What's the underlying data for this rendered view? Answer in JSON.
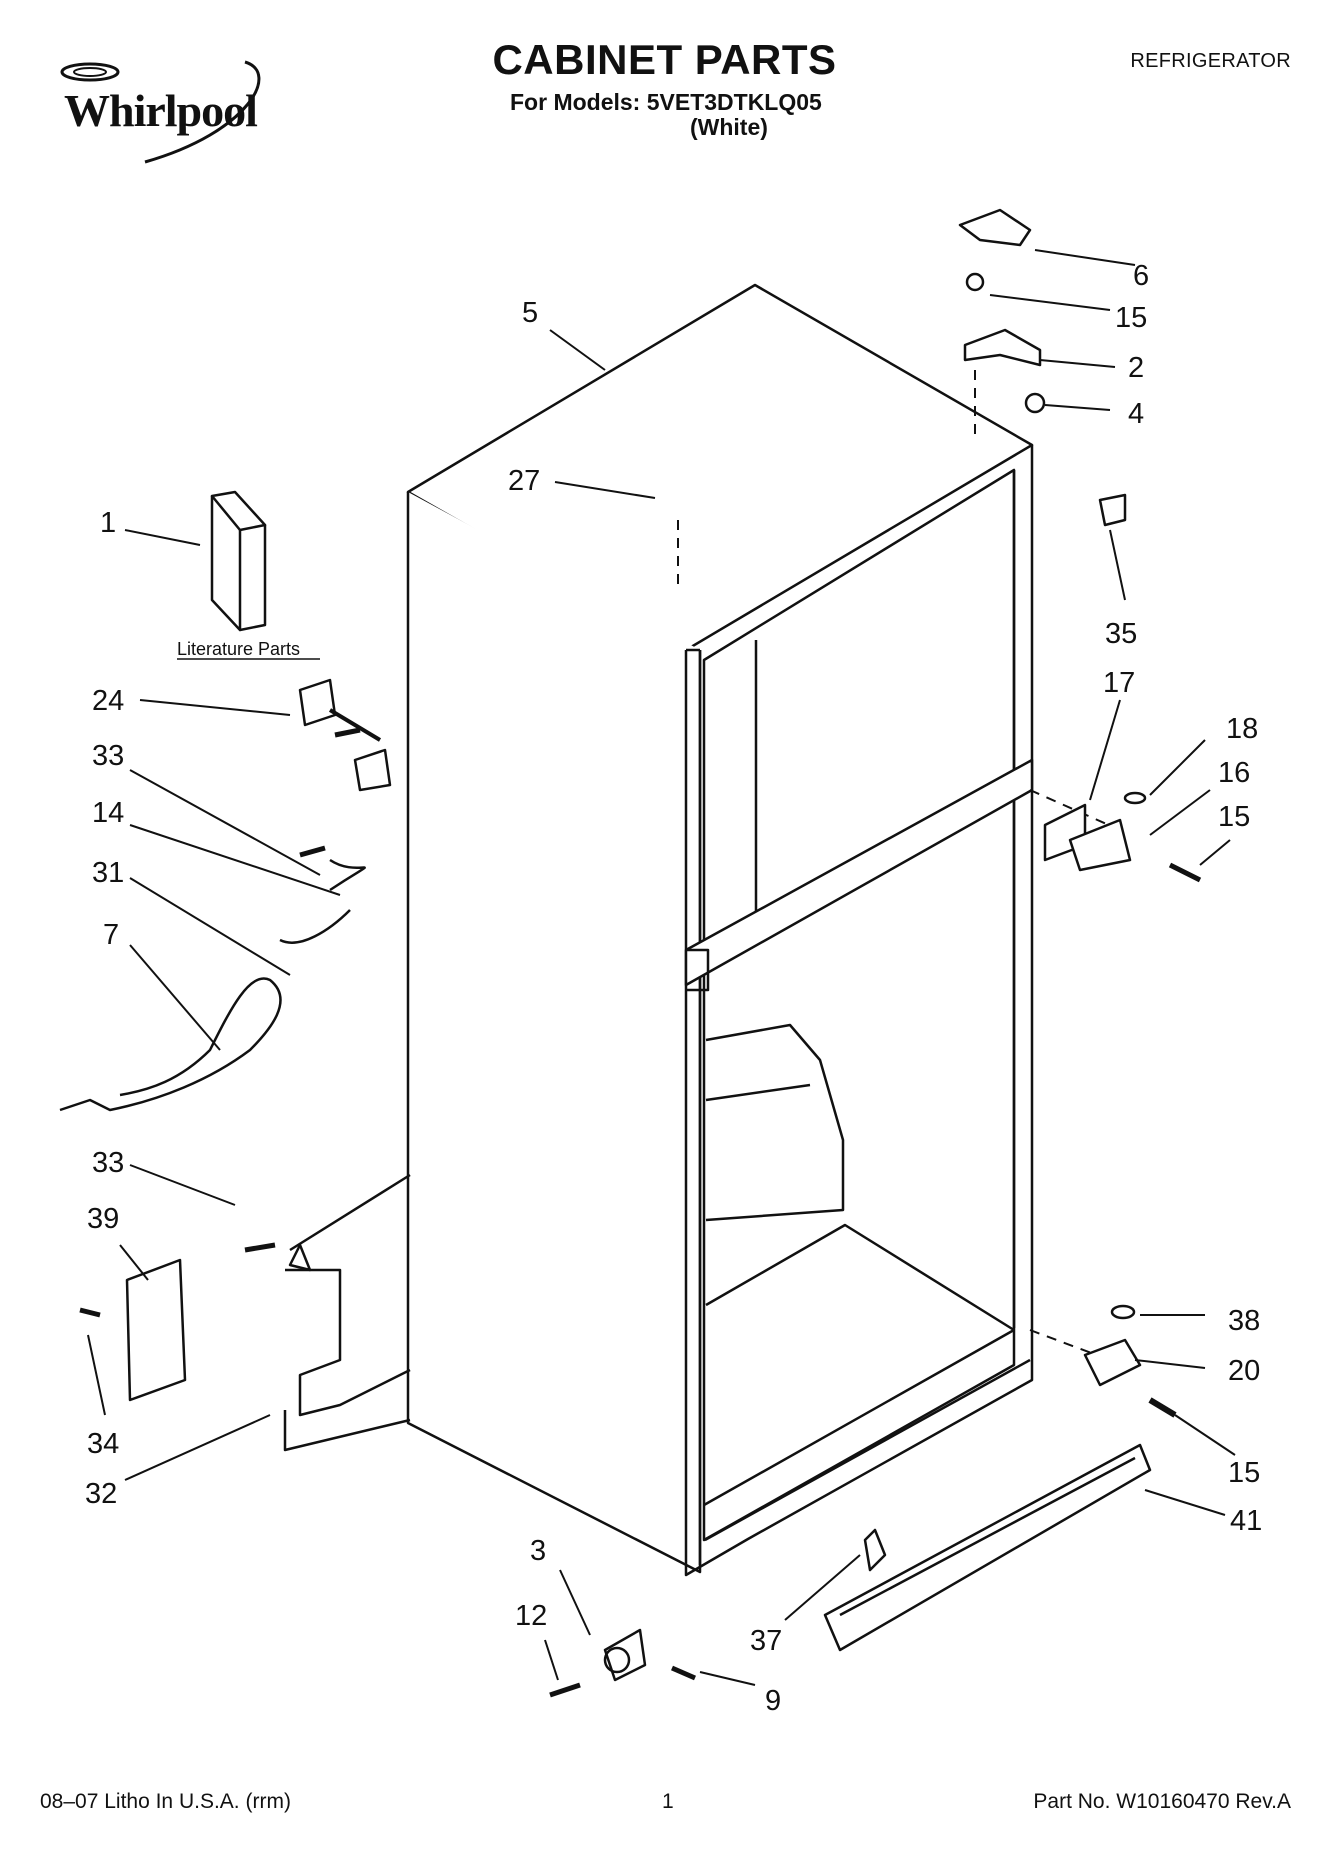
{
  "header": {
    "brand": "Whirlpool",
    "title": "CABINET PARTS",
    "models_line": "For Models: 5VET3DTKLQ05",
    "variant": "(White)",
    "category": "REFRIGERATOR"
  },
  "diagram": {
    "literature_label": "Literature Parts",
    "callouts": [
      "1",
      "24",
      "33",
      "14",
      "31",
      "7",
      "33",
      "39",
      "34",
      "32",
      "5",
      "27",
      "6",
      "15",
      "2",
      "4",
      "35",
      "17",
      "18",
      "16",
      "15",
      "38",
      "20",
      "15",
      "41",
      "3",
      "12",
      "37",
      "9"
    ]
  },
  "footer": {
    "left": "08–07 Litho In U.S.A. (rrm)",
    "page": "1",
    "right": "Part No. W10160470 Rev.A"
  }
}
